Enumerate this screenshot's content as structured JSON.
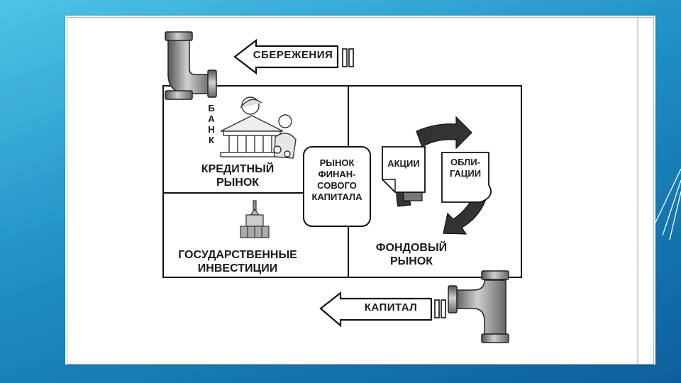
{
  "diagram": {
    "labels": {
      "savings": "СБЕРЕЖЕНИЯ",
      "capital": "КАПИТАЛ",
      "bank": "БАНК",
      "credit_market": "КРЕДИТНЫЙ\nРЫНОК",
      "government_investments": "ГОСУДАРСТВЕННЫЕ\nИНВЕСТИЦИИ",
      "financial_capital_market": "РЫНОК\nФИНАН-\nСОВОГО\nКАПИТАЛА",
      "stock_market": "ФОНДОВЫЙ\nРЫНОК",
      "shares": "АКЦИИ",
      "bonds": "ОБЛИ-\nГАЦИИ"
    }
  }
}
